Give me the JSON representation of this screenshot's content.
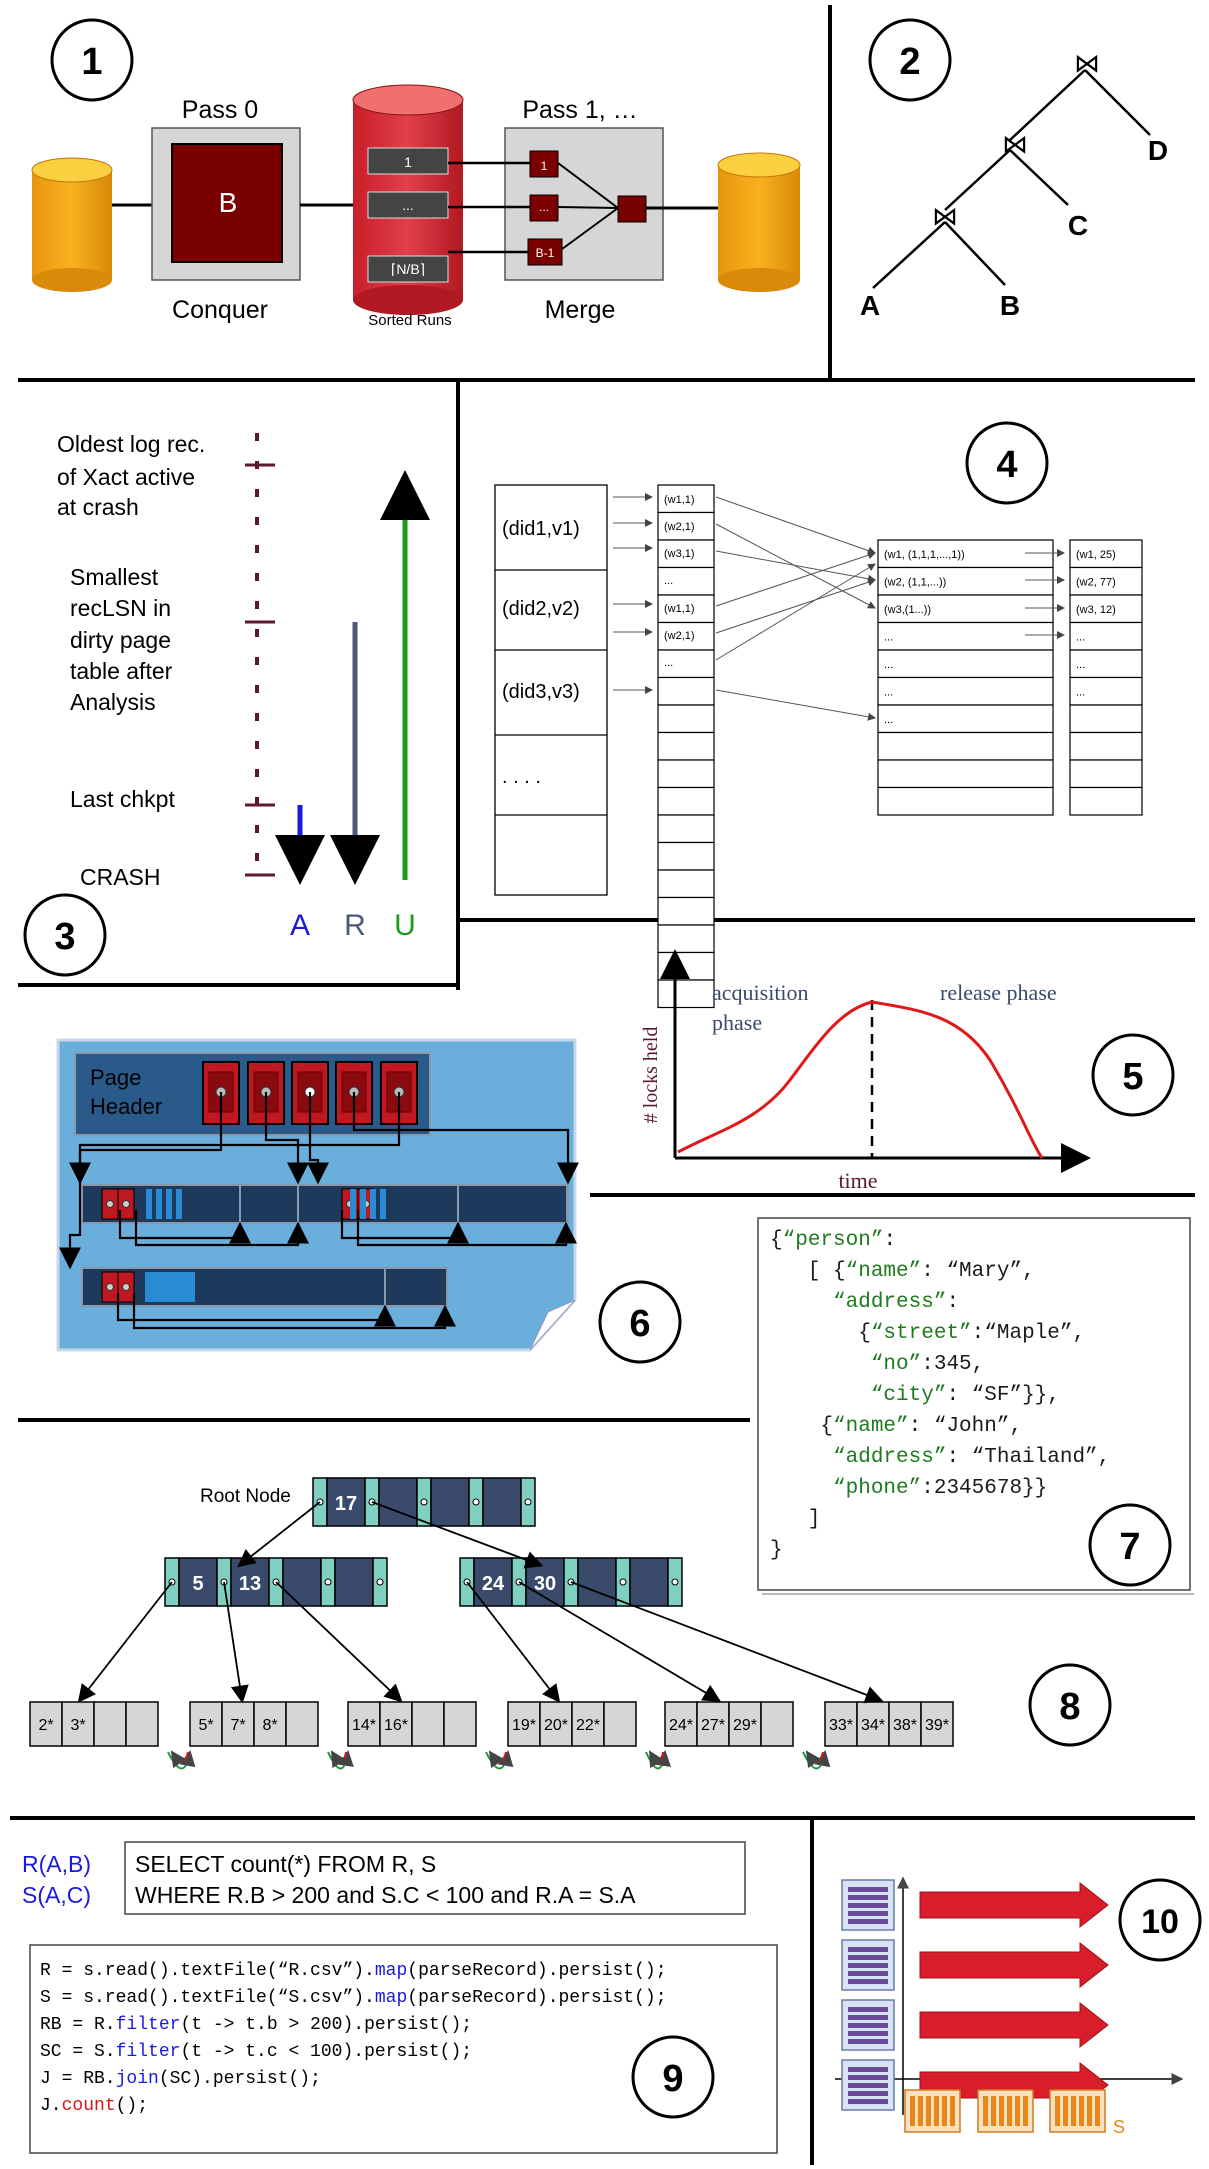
{
  "panel_numbers": [
    "1",
    "2",
    "3",
    "4",
    "5",
    "6",
    "7",
    "8",
    "9",
    "10"
  ],
  "panel1": {
    "pass0": "Pass 0",
    "buffer": "B",
    "conquer": "Conquer",
    "runs": [
      "1",
      "...",
      "⌈N/B⌉"
    ],
    "sorted_runs": "Sorted Runs",
    "pass1": "Pass 1, …",
    "merge_inputs": [
      "1",
      "...",
      "B-1"
    ],
    "merge": "Merge"
  },
  "panel2": {
    "relations": [
      "A",
      "B",
      "C",
      "D"
    ],
    "join_symbol": "⋈"
  },
  "panel3": {
    "labels": [
      "Oldest log rec. of Xact active at crash",
      "Smallest recLSN in dirty page table after Analysis",
      "Last chkpt",
      "CRASH"
    ],
    "phases": [
      "A",
      "R",
      "U"
    ],
    "colors": {
      "A": "#1a1adf",
      "R": "#4a5a78",
      "U": "#1d9a1d",
      "tick": "#5a1a2a"
    }
  },
  "panel4": {
    "docs": [
      "(did1,v1)",
      "(did2,v2)",
      "(did3,v3)",
      ". . . ."
    ],
    "map_out": [
      "(w1,1)",
      "(w2,1)",
      "(w3,1)",
      "...",
      "(w1,1)",
      "(w2,1)",
      "..."
    ],
    "grouped": [
      "(w1, (1,1,1,...,1))",
      "(w2, (1,1,...))",
      "(w3,(1...))",
      "...",
      "...",
      "...",
      "..."
    ],
    "reduced": [
      "(w1, 25)",
      "(w2, 77)",
      "(w3, 12)",
      "...",
      "...",
      "..."
    ]
  },
  "panel5": {
    "acquisition": [
      "acquisition",
      "phase"
    ],
    "release": "release phase",
    "ylabel": "# locks held",
    "xlabel": "time",
    "curve_color": "#e01818"
  },
  "panel6": {
    "page_header": [
      "Page",
      "Header"
    ]
  },
  "panel7": {
    "lines": [
      [
        [
          "{",
          "b"
        ],
        [
          "“person”",
          "g"
        ],
        [
          ":",
          "b"
        ]
      ],
      [
        [
          "   [ {",
          "b"
        ],
        [
          "“name”",
          "g"
        ],
        [
          ": “Mary”,",
          "b"
        ]
      ],
      [
        [
          "     ",
          "b"
        ],
        [
          "“address”",
          "g"
        ],
        [
          ":",
          "b"
        ]
      ],
      [
        [
          "       {",
          "b"
        ],
        [
          "“street”",
          "g"
        ],
        [
          ":“Maple”,",
          "b"
        ]
      ],
      [
        [
          "        ",
          "b"
        ],
        [
          "“no”",
          "g"
        ],
        [
          ":345,",
          "b"
        ]
      ],
      [
        [
          "        ",
          "b"
        ],
        [
          "“city”",
          "g"
        ],
        [
          ": “SF”}},",
          "b"
        ]
      ],
      [
        [
          "    {",
          "b"
        ],
        [
          "“name”",
          "g"
        ],
        [
          ": “John”,",
          "b"
        ]
      ],
      [
        [
          "     ",
          "b"
        ],
        [
          "“address”",
          "g"
        ],
        [
          ": “Thailand”,",
          "b"
        ]
      ],
      [
        [
          "     ",
          "b"
        ],
        [
          "“phone”",
          "g"
        ],
        [
          ":2345678}}",
          "b"
        ]
      ],
      [
        [
          "   ]",
          "b"
        ]
      ],
      [
        [
          "}",
          "b"
        ]
      ]
    ]
  },
  "panel8": {
    "root_label": "Root Node",
    "root_keys": [
      "17"
    ],
    "inner_left": [
      "5",
      "13"
    ],
    "inner_right": [
      "24",
      "30"
    ],
    "leaves": [
      [
        "2*",
        "3*"
      ],
      [
        "5*",
        "7*",
        "8*"
      ],
      [
        "14*",
        "16*"
      ],
      [
        "19*",
        "20*",
        "22*"
      ],
      [
        "24*",
        "27*",
        "29*"
      ],
      [
        "33*",
        "34*",
        "38*",
        "39*"
      ]
    ]
  },
  "panel9": {
    "schema": [
      "R(A,B)",
      "S(A,C)"
    ],
    "sql": [
      "SELECT count(*)  FROM R, S",
      "WHERE R.B > 200 and S.C < 100  and R.A = S.A"
    ],
    "code": [
      [
        [
          "R = s.read().textFile(“R.csv”).",
          "k"
        ],
        [
          "map",
          "f"
        ],
        [
          "(parseRecord).persist();",
          "k"
        ]
      ],
      [
        [
          "S = s.read().textFile(“S.csv”).",
          "k"
        ],
        [
          "map",
          "f"
        ],
        [
          "(parseRecord).persist();",
          "k"
        ]
      ],
      [
        [
          "RB = R.",
          "k"
        ],
        [
          "filter",
          "f"
        ],
        [
          "(t -> t.b > 200).persist();",
          "k"
        ]
      ],
      [
        [
          "SC = S.",
          "k"
        ],
        [
          "filter",
          "f"
        ],
        [
          "(t -> t.c < 100).persist();",
          "k"
        ]
      ],
      [
        [
          "J = RB.",
          "k"
        ],
        [
          "join",
          "f"
        ],
        [
          "(SC).persist();",
          "k"
        ]
      ],
      [
        [
          "J.",
          "k"
        ],
        [
          "count",
          "r"
        ],
        [
          "();",
          "k"
        ]
      ]
    ]
  },
  "panel10": {
    "s_label": "S"
  }
}
